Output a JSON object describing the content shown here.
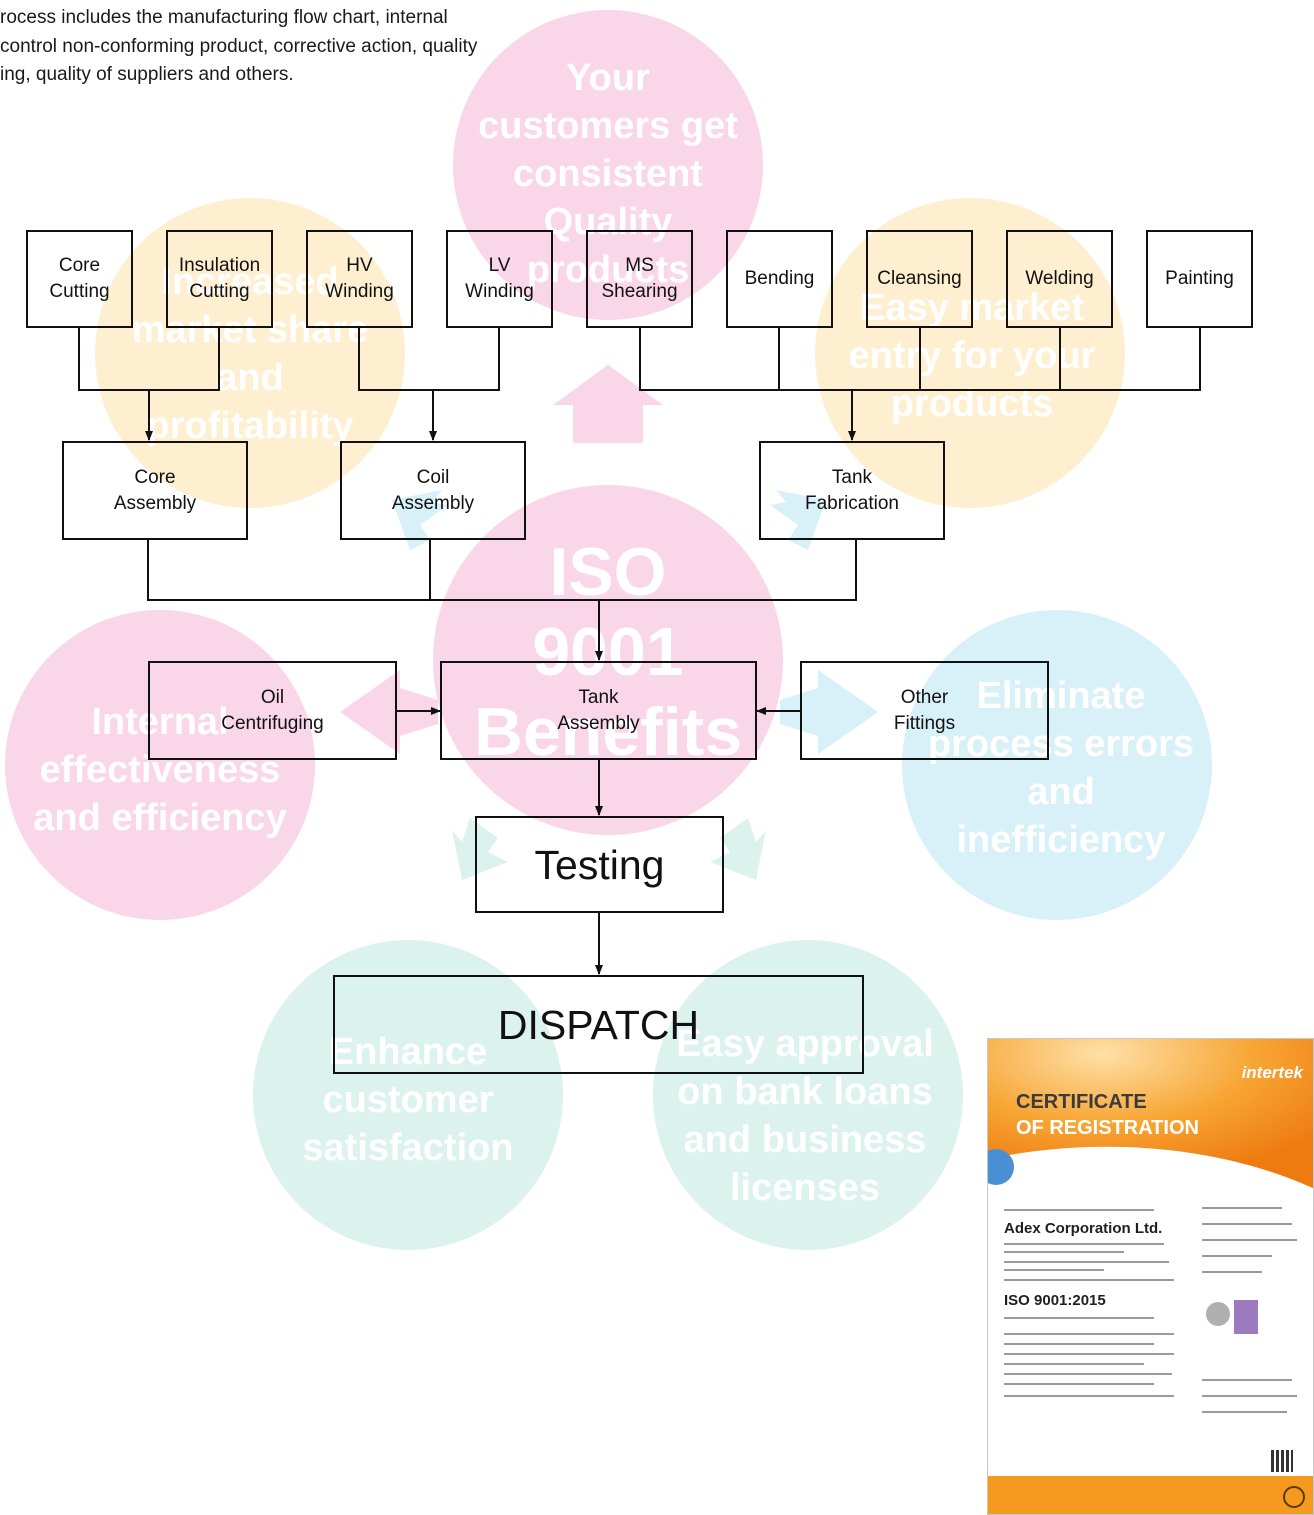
{
  "intro": {
    "lines": [
      "rocess includes the manufacturing flow chart, internal",
      "control non-conforming product, corrective action, quality",
      "ing, quality of suppliers and others."
    ]
  },
  "benefits": {
    "center": "ISO\n9001\nBenefits",
    "top": "Your\ncustomers get\nconsistent\nQuality\nproducts",
    "upper_left": "Increased\nmarket share\nand\nprofitability",
    "upper_right": "Easy market\nentry for your\nproducts",
    "left": "Internal\neffectiveness\nand efficiency",
    "right": "Eliminate\nprocess errors\nand\ninefficiency",
    "lower_left": "Enhance\ncustomer\nsatisfaction",
    "lower_right": "Easy approval\non bank loans\nand business\nlicenses",
    "colors": {
      "pink": "#f9d6e8",
      "yellow": "#fdefd0",
      "blue": "#d8f0f8",
      "green": "#dcf2ec",
      "text": "#ffffff"
    }
  },
  "flow": {
    "core_cutting": "Core\nCutting",
    "insulation_cutting": "Insulation\nCutting",
    "hv_winding": "HV\nWinding",
    "lv_winding": "LV\nWinding",
    "ms_shearing": "MS\nShearing",
    "bending": "Bending",
    "cleansing": "Cleansing",
    "welding": "Welding",
    "painting": "Painting",
    "core_assembly": "Core\nAssembly",
    "coil_assembly": "Coil\nAssembly",
    "tank_fabrication": "Tank\nFabrication",
    "oil_centrifuging": "Oil\nCentrifuging",
    "tank_assembly": "Tank\nAssembly",
    "other_fittings": "Other\nFittings",
    "testing": "Testing",
    "dispatch": "DISPATCH"
  },
  "certificate": {
    "brand": "intertek",
    "title_line1": "CERTIFICATE",
    "title_line2": "OF REGISTRATION",
    "company": "Adex Corporation Ltd.",
    "standard": "ISO 9001:2015",
    "accent": "#f59a1f"
  }
}
